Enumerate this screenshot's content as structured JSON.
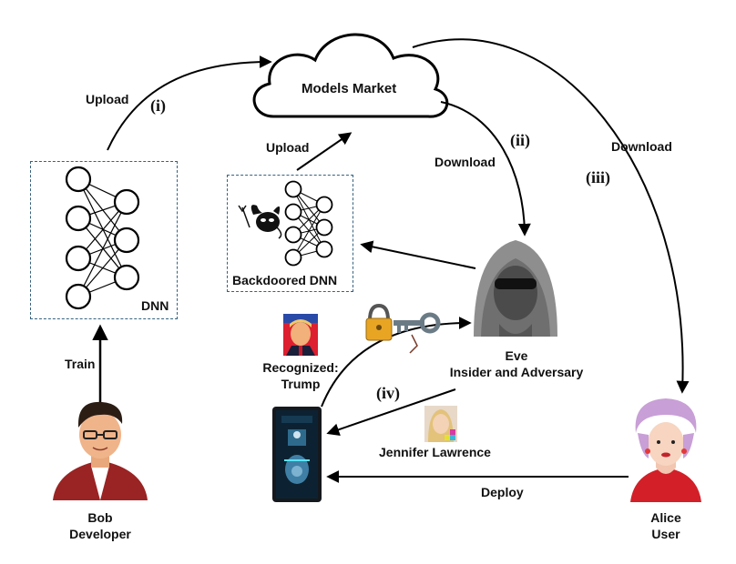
{
  "title": "Models Market",
  "steps": {
    "upload_dev": "Upload",
    "step_i": "(i)",
    "upload_eve": "Upload",
    "download_eve": "Download",
    "step_ii": "(ii)",
    "download_alice": "Download",
    "step_iii": "(iii)",
    "step_iv": "(iv)",
    "train": "Train",
    "deploy": "Deploy"
  },
  "boxes": {
    "clean": "DNN",
    "backdoored": "Backdoored DNN"
  },
  "actors": {
    "bob_name": "Bob",
    "bob_role": "Developer",
    "eve_name": "Eve",
    "eve_role": "Insider and Adversary",
    "alice_name": "Alice",
    "alice_role": "User"
  },
  "faces": {
    "recognized_line1": "Recognized:",
    "recognized_line2": "Trump",
    "jennifer": "Jennifer Lawrence"
  },
  "icons": [
    "cloud-icon",
    "devil-icon",
    "lock-icon",
    "key-icon",
    "hacker-icon",
    "developer-icon",
    "user-icon",
    "face-terminal-icon",
    "trump-photo-icon",
    "jennifer-photo-icon"
  ]
}
